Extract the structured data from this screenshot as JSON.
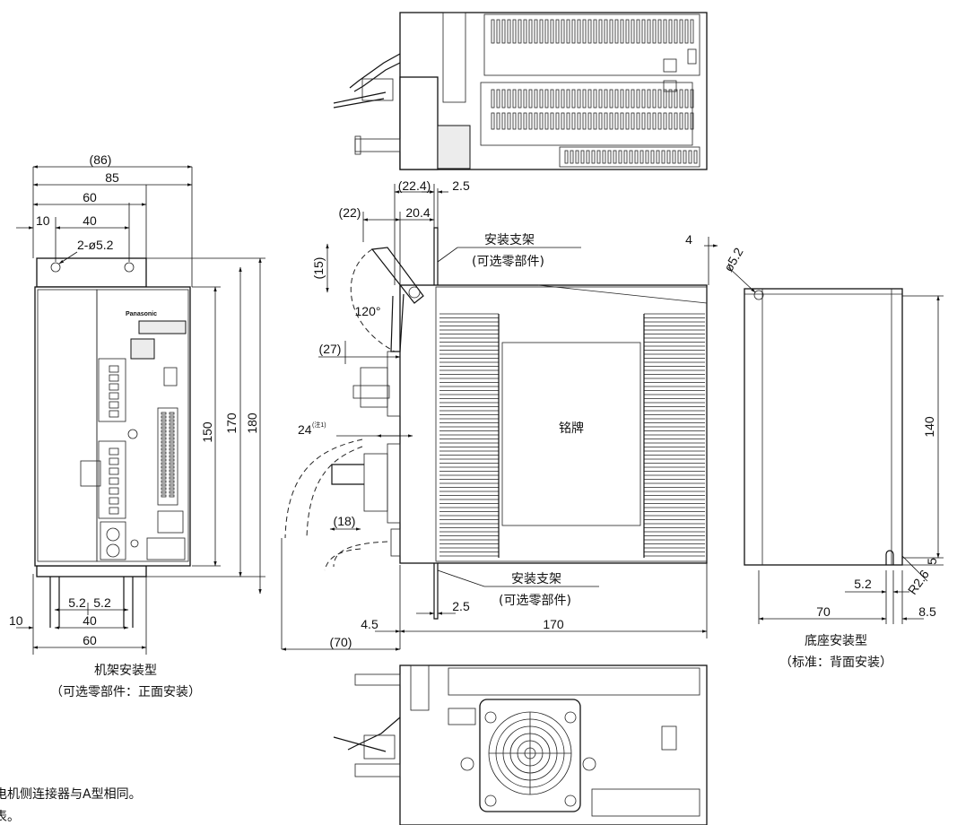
{
  "front_view": {
    "dims": {
      "d86": "(86)",
      "d85": "85",
      "d60_top": "60",
      "d10_top": "10",
      "d40_top": "40",
      "hole": "2-ø5.2",
      "d150": "150",
      "d170": "170",
      "d180": "180",
      "d5_2a": "5.2",
      "d5_2b": "5.2",
      "d10_bot": "10",
      "d40_bot": "40",
      "d60_bot": "60"
    },
    "brand": "Panasonic",
    "caption": "机架安装型",
    "caption_note": "（可选零部件：正面安装）"
  },
  "side_view": {
    "dims": {
      "d22_4": "(22.4)",
      "d2_5_top": "2.5",
      "d22": "(22)",
      "d20_4": "20.4",
      "d4": "4",
      "d15": "(15)",
      "d120": "120°",
      "d27": "(27)",
      "d24": "24",
      "d24_note": "(注1)",
      "d18": "(18)",
      "d2_5_bot": "2.5",
      "d4_5": "4.5",
      "d170": "170",
      "d70": "(70)"
    },
    "bracket_top": "安装支架",
    "bracket_top_note": "(可选零部件)",
    "bracket_bot": "安装支架",
    "bracket_bot_note": "(可选零部件)",
    "nameplate": "铭牌"
  },
  "base_view": {
    "dims": {
      "phi": "ø5.2",
      "d140": "140",
      "d5": "5",
      "r": "R2.6",
      "d5_2": "5.2",
      "d70": "70",
      "d8_5": "8.5"
    },
    "caption": "底座安装型",
    "caption_note": "（标准：背面安装）"
  },
  "footnote": {
    "line1": "电机侧连接器与A型相同。",
    "line2": "表。"
  }
}
